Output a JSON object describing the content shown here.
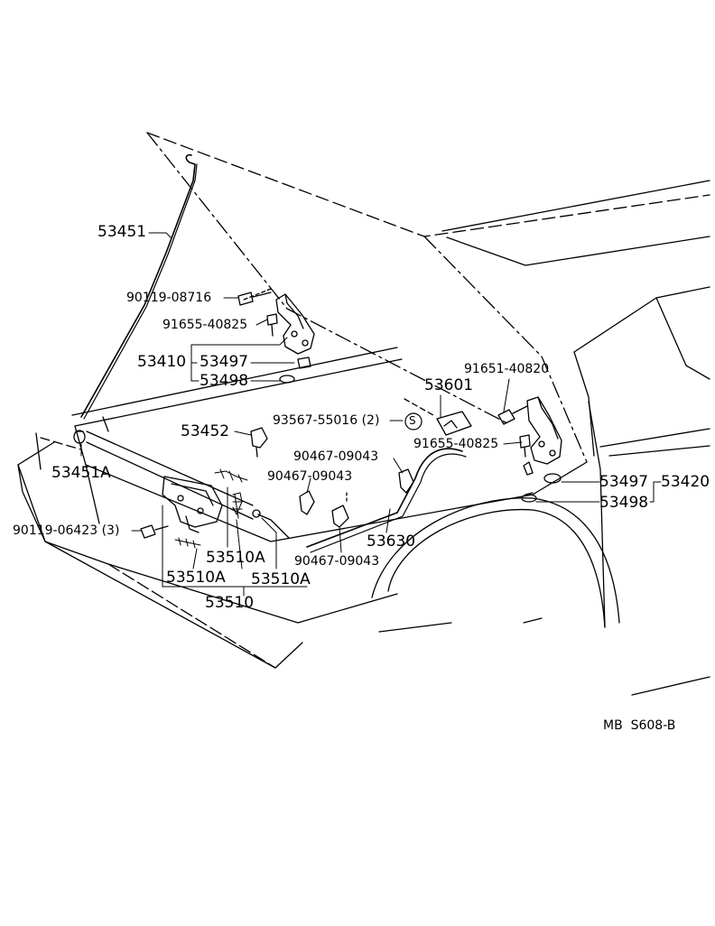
{
  "diagram": {
    "labels": {
      "p53451": "53451",
      "p90119_08716": "90119-08716",
      "p91655_40825_top": "91655-40825",
      "p53410": "53410",
      "p53497_left": "53497",
      "p53498_left": "53498",
      "p53601": "53601",
      "p91651_40820": "91651-40820",
      "p93567_55016": "93567-55016 (2)",
      "p_s_symbol": "S",
      "p53452": "53452",
      "p90467_09043_a": "90467-09043",
      "p91655_40825_right": "91655-40825",
      "p90467_09043_b": "90467-09043",
      "p53451A": "53451A",
      "p53497_right": "53497",
      "p53420": "53420",
      "p53498_right": "53498",
      "p90119_06423": "90119-06423 (3)",
      "p53510A_1": "53510A",
      "p53510A_2": "53510A",
      "p53510A_3": "53510A",
      "p53630": "53630",
      "p90467_09043_c": "90467-09043",
      "p53510": "53510",
      "code": "MB  S608-B"
    }
  }
}
